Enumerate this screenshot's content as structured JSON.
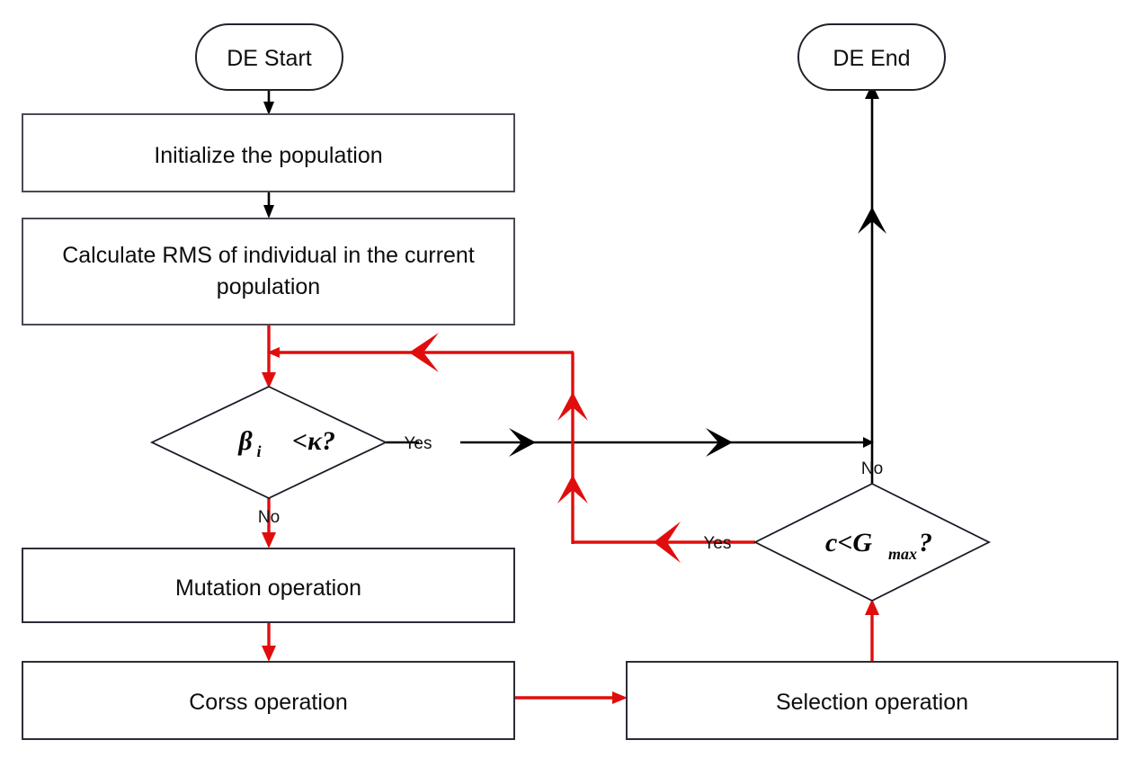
{
  "diagram": {
    "title": "Differential Evolution (DE) algorithm flowchart",
    "colors": {
      "stroke_dark": "#22222c",
      "stroke_black": "#000000",
      "flow_red": "#e10d0d",
      "background": "#ffffff",
      "text": "#0d0d0d"
    },
    "nodes": {
      "start": {
        "label": "DE Start",
        "shape": "terminator"
      },
      "end": {
        "label": "DE End",
        "shape": "terminator"
      },
      "init": {
        "label": "Initialize the population",
        "shape": "process"
      },
      "calc": {
        "label_line1": "Calculate RMS of individual in the current",
        "label_line2": "population",
        "shape": "process"
      },
      "decision_beta": {
        "expr_main_1": "β",
        "expr_sub": "i",
        "expr_main_2": "<κ?",
        "plain": "βi<κ?",
        "shape": "decision"
      },
      "mutation": {
        "label": "Mutation operation",
        "shape": "process"
      },
      "cross": {
        "label": "Corss operation",
        "shape": "process"
      },
      "selection": {
        "label": "Selection operation",
        "shape": "process"
      },
      "decision_gen": {
        "expr_main_1": "c<G",
        "expr_sub": "max",
        "expr_main_2": "?",
        "plain": "c<Gmax?",
        "shape": "decision"
      }
    },
    "edge_labels": {
      "beta_yes": "Yes",
      "beta_no": "No",
      "gen_no": "No",
      "gen_yes": "Yes"
    }
  }
}
